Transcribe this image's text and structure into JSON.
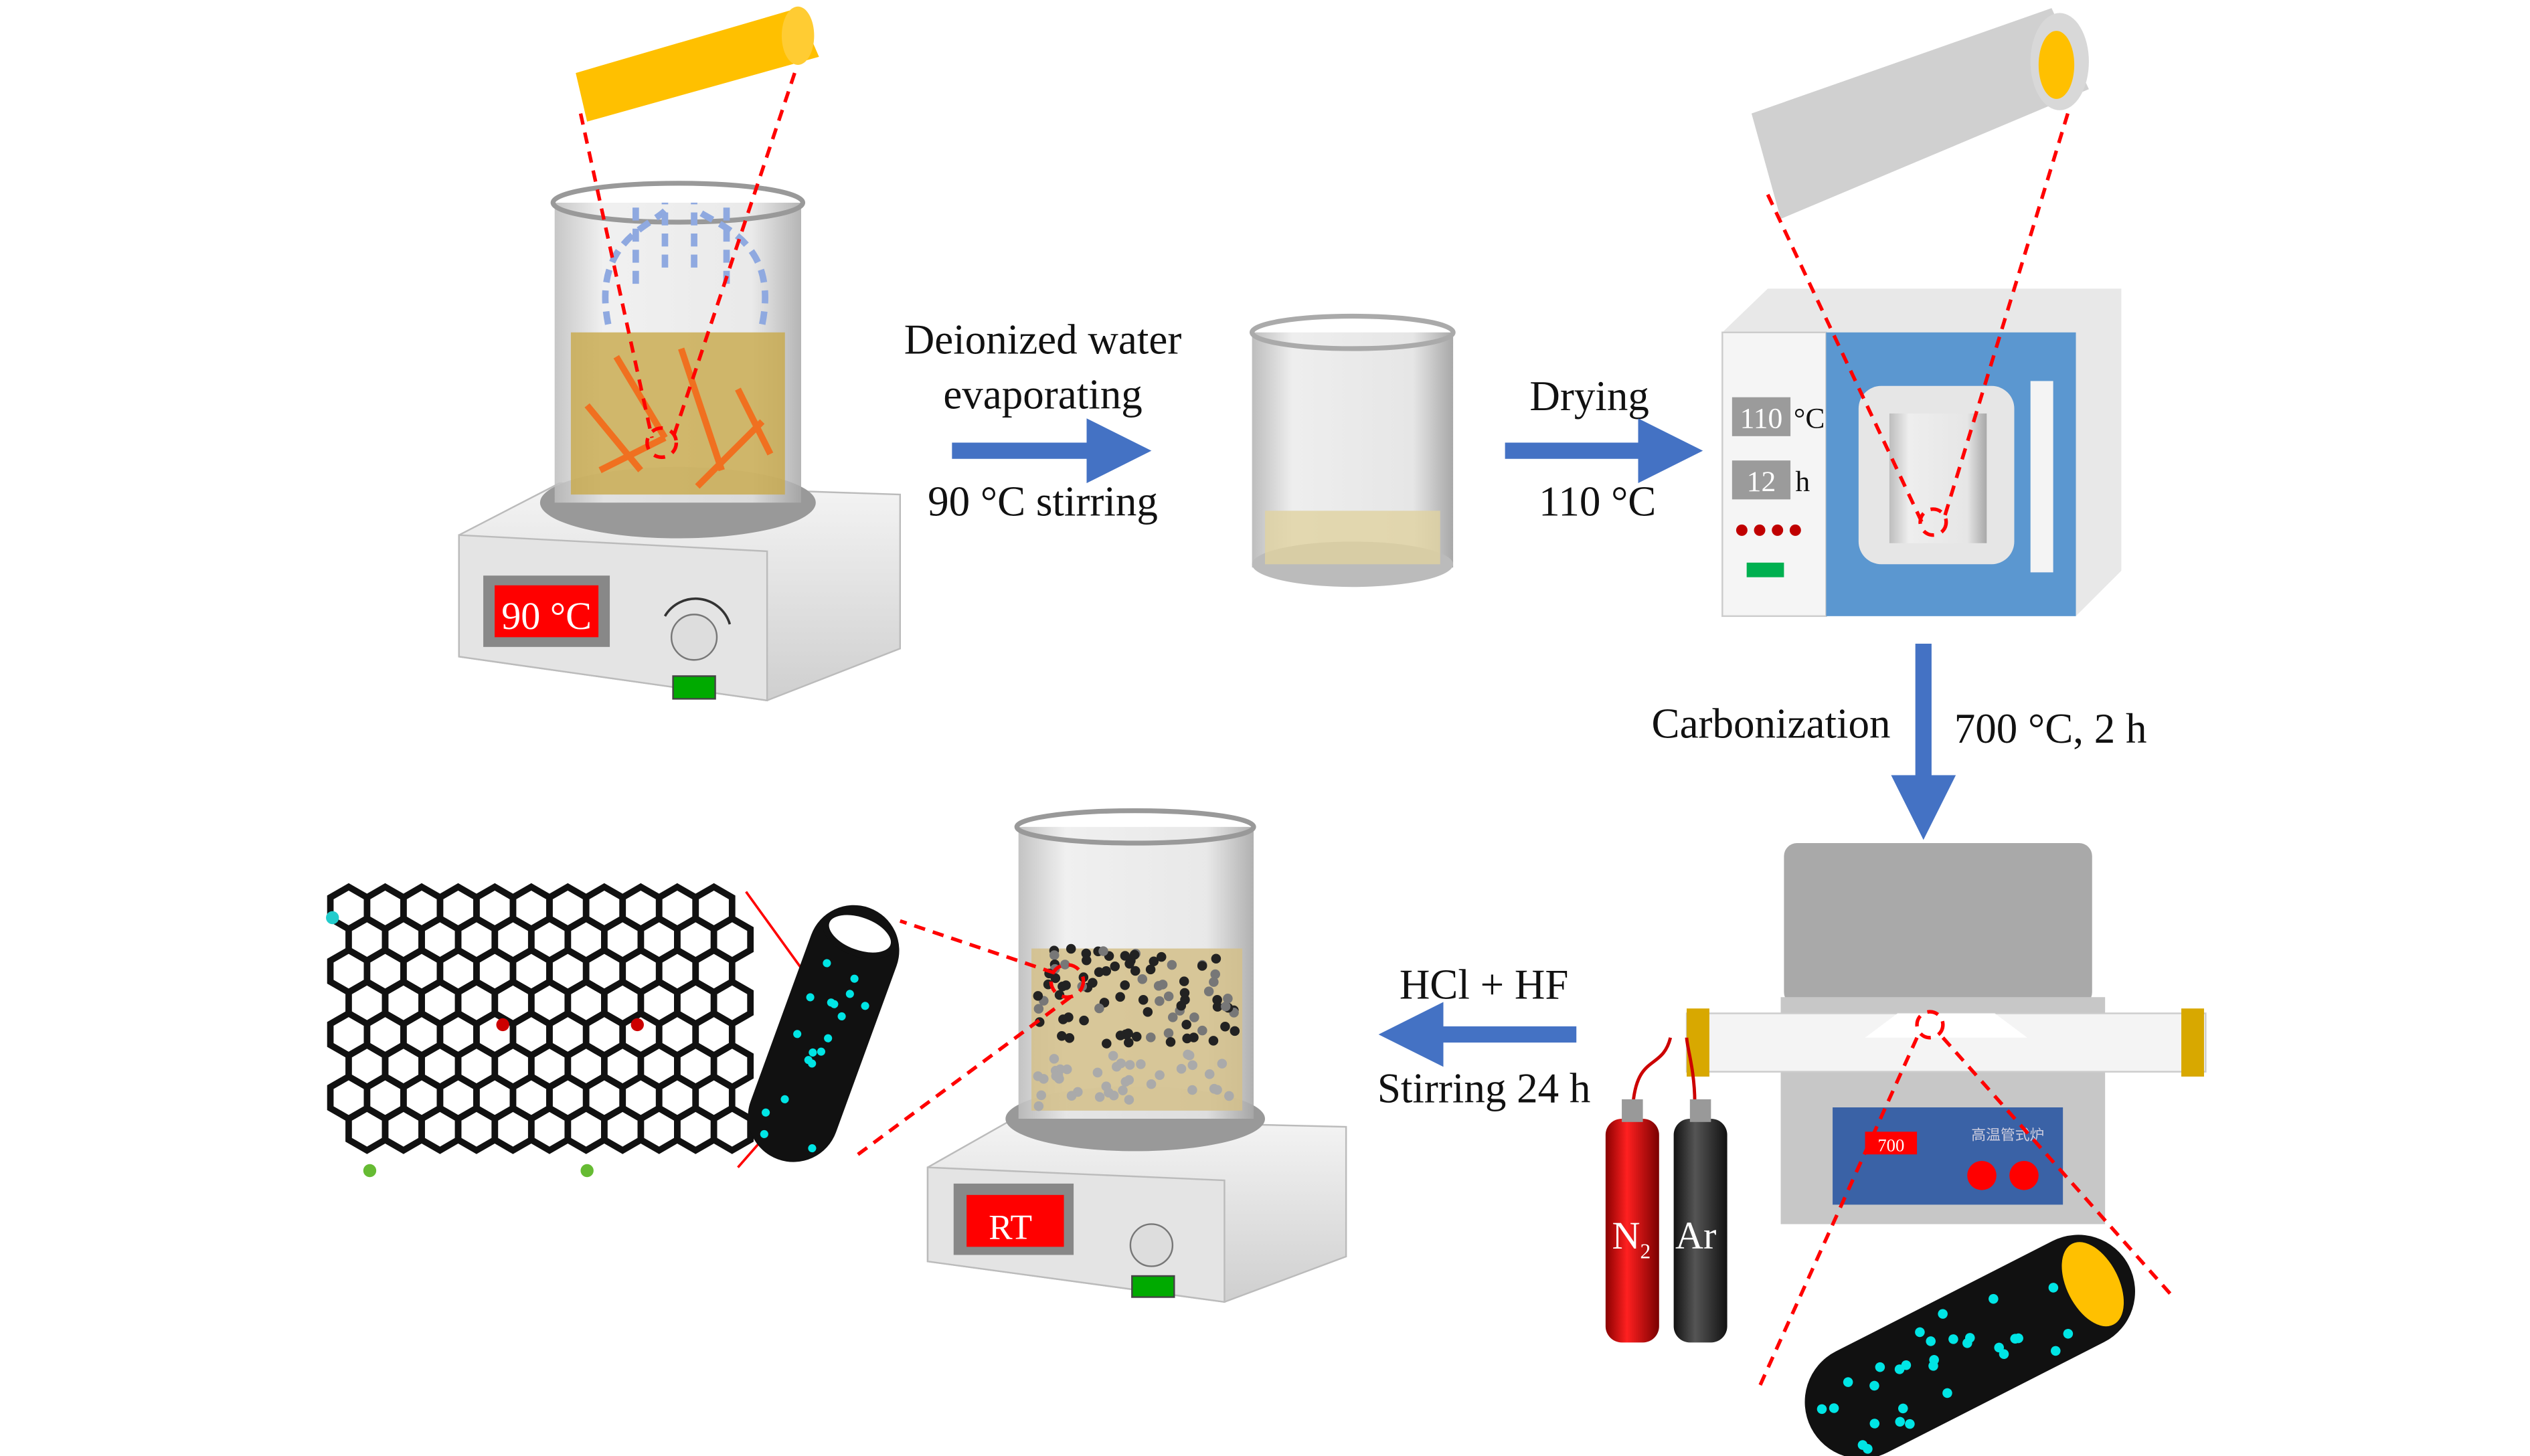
{
  "steps": {
    "evaporate": {
      "line1": "Deionized water",
      "line2": "evaporating",
      "condition": "90 °C stirring"
    },
    "dry": {
      "label": "Drying",
      "condition": "110 °C"
    },
    "carbonize": {
      "label": "Carbonization",
      "condition": "700 °C, 2 h"
    },
    "acid": {
      "label": "HCl + HF",
      "condition": "Stirring 24 h"
    }
  },
  "hotplate1": {
    "display": "90 °C"
  },
  "hotplate2": {
    "display": "RT"
  },
  "oven": {
    "temp_value": "110",
    "temp_unit": "°C",
    "time_value": "12",
    "time_unit": "h"
  },
  "furnace": {
    "display": "700",
    "panel_label": "高温管式炉"
  },
  "gases": {
    "n2": "N",
    "n2_sub": "2",
    "ar": "Ar"
  },
  "colors": {
    "arrow": "#4472c4",
    "dash": "#ff0000",
    "dot": "#00e5e5",
    "display": "#ff0000"
  }
}
